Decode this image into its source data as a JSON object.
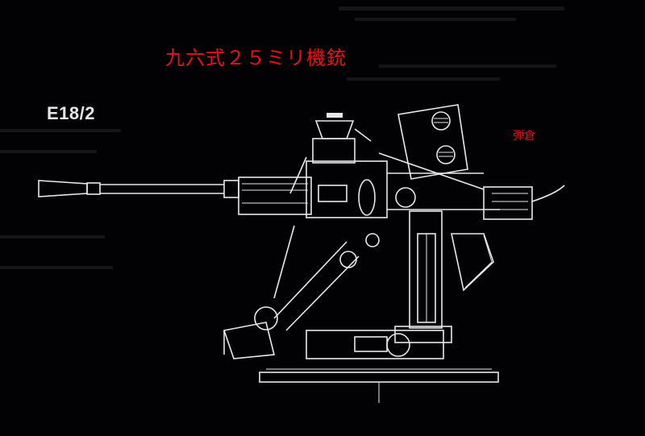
{
  "title": "九六式２５ミリ機銃",
  "plate_label": "E18/2",
  "callout_label": "弾倉",
  "colors": {
    "background": "#020204",
    "line_art": "#e8e8e8",
    "title_text": "#e8121a",
    "callout_text": "#e8121a",
    "plate_text": "#e6e6e6"
  }
}
